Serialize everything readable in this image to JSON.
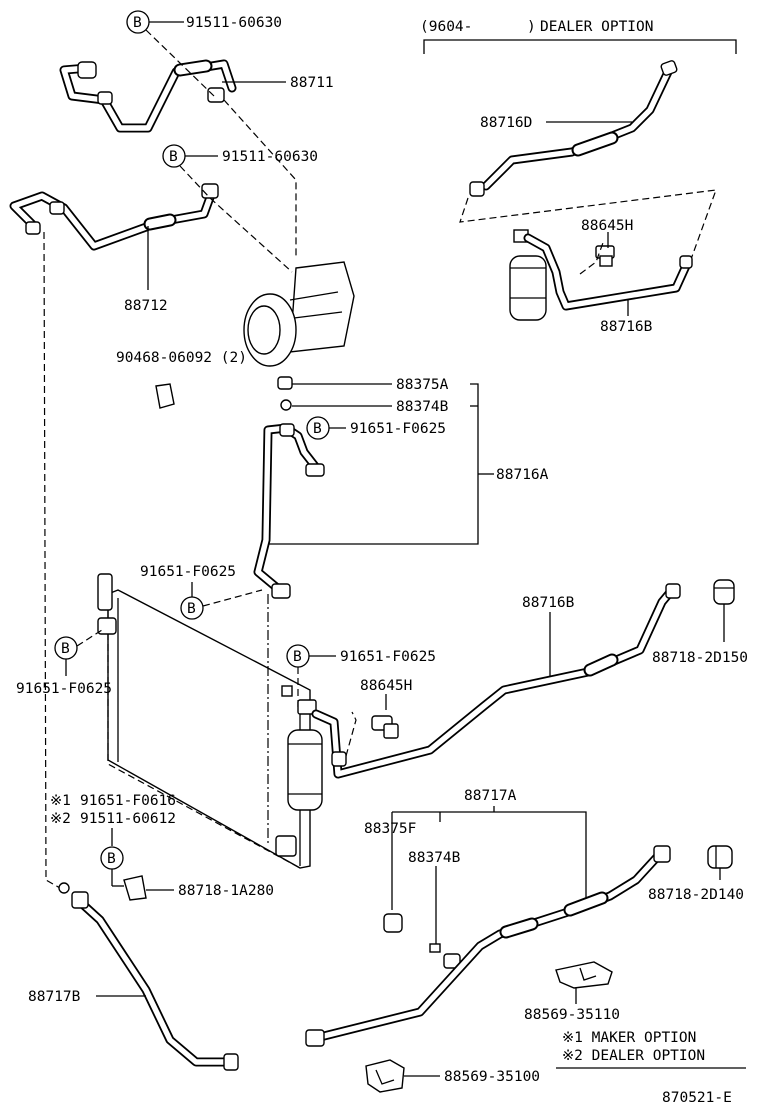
{
  "option_box": {
    "header_code": "(9604-",
    "header_paren_close": ")",
    "header_text": "DEALER OPTION"
  },
  "callout_symbol": "B",
  "parts": {
    "p91511_60630_top": "91511-60630",
    "p88711": "88711",
    "p91511_60630_mid": "91511-60630",
    "p88712": "88712",
    "p90468_06092": "90468-06092 (2)",
    "p88375a": "88375A",
    "p88374b_top": "88374B",
    "p91651_f0625_a": "91651-F0625",
    "p88716a": "88716A",
    "p91651_f0625_b": "91651-F0625",
    "p91651_f0625_c": "91651-F0625",
    "p91651_f0625_d": "91651-F0625",
    "p88645h_main": "88645H",
    "p88716b_main": "88716B",
    "p88718_2d150": "88718-2D150",
    "p91651_f0616": "91651-F0616",
    "p91511_60612": "91511-60612",
    "p88718_1a280": "88718-1A280",
    "p88717a": "88717A",
    "p88375f": "88375F",
    "p88374b_low": "88374B",
    "p88718_2d140": "88718-2D140",
    "p88717b": "88717B",
    "p88569_35110": "88569-35110",
    "p88569_35100": "88569-35100",
    "p88716d": "88716D",
    "p88645h_opt": "88645H",
    "p88716b_opt": "88716B"
  },
  "marks": {
    "m1_prefix": "※1",
    "m2_prefix": "※2"
  },
  "legend": {
    "note1": "※1 MAKER OPTION",
    "note2": "※2 DEALER OPTION"
  },
  "drawing_number": "870521-E"
}
